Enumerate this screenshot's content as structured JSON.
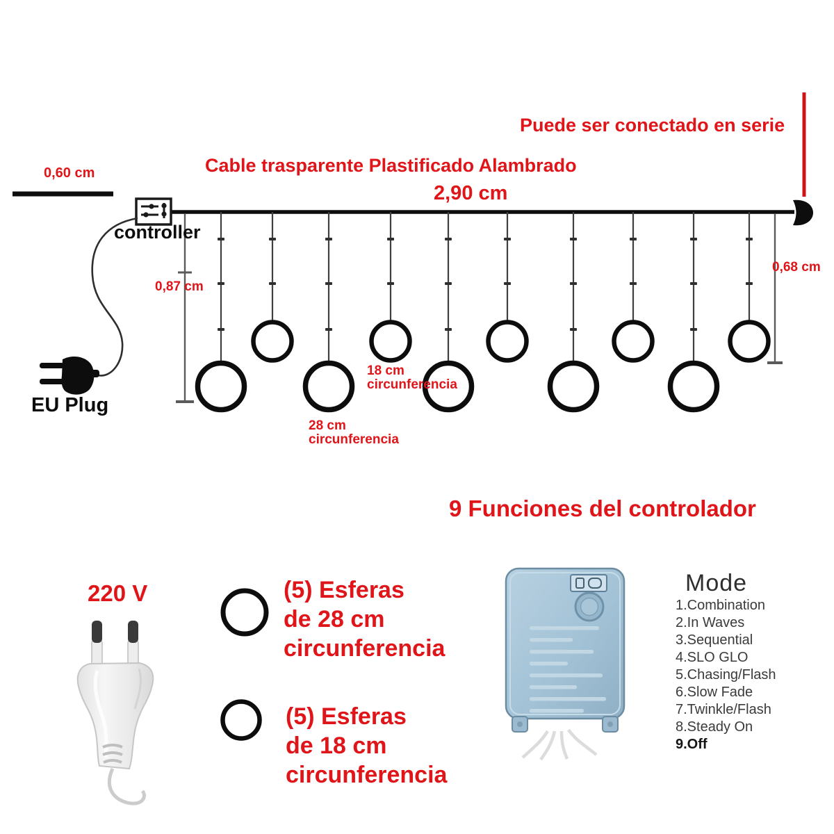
{
  "labels": {
    "serie": "Puede ser conectado en serie",
    "cable": "Cable trasparente Plastificado Alambrado",
    "cable_length": "2,90 cm",
    "lead_length": "0,60 cm",
    "controller": "controller",
    "drop_height_left": "0,87 cm",
    "drop_height_right": "0,68 cm",
    "sphere18_note_line1": "18 cm",
    "sphere18_note_line2": "circunferencia",
    "sphere28_note_line1": "28 cm",
    "sphere28_note_line2": "circunferencia",
    "eu_plug": "EU Plug"
  },
  "bottom": {
    "functions_title": "9 Funciones del controlador",
    "voltage": "220 V",
    "esferas28": [
      "(5) Esferas",
      "de 28 cm",
      "circunferencia"
    ],
    "esferas18": [
      "(5) Esferas",
      "de 18 cm",
      "circunferencia"
    ],
    "mode_heading": "Mode",
    "mode_items": [
      "1.Combination",
      "2.In Waves",
      "3.Sequential",
      "4.SLO GLO",
      "5.Chasing/Flash",
      "6.Slow Fade",
      "7.Twinkle/Flash",
      "8.Steady On",
      "9.Off"
    ]
  },
  "counts": {
    "large_spheres": 5,
    "small_spheres": 5,
    "modes": 9
  },
  "colors": {
    "accent_red": "#e01519",
    "wire_black": "#111111",
    "controller_blue": "#a6c3d7",
    "mode_text_gray": "#3a3a3a"
  },
  "icons": {
    "controller-box-icon": "sliders-settings",
    "eu-plug-icon": "black-plug-silhouette",
    "series-connector-icon": "round-end-cap",
    "power-plug-photo": "transparent-eu-two-pin-plug",
    "controller-photo": "blue-controller-box-with-button",
    "led-tick": "small-led-dash",
    "sphere-circle": "hanging-sphere-ring"
  }
}
